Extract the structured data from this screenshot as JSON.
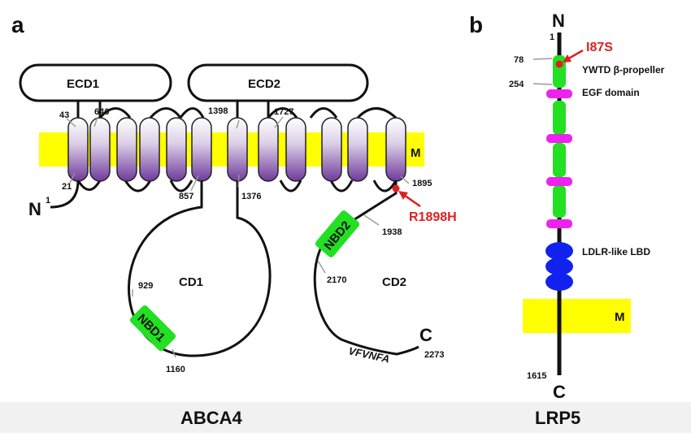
{
  "panel_a": {
    "letter": "a",
    "title": "ABCA4",
    "n_term": "N",
    "n_num": "1",
    "c_term": "C",
    "membrane": "M",
    "ecd1": "ECD1",
    "ecd2": "ECD2",
    "cd1": "CD1",
    "cd2": "CD2",
    "nbd1": "NBD1",
    "nbd2": "NBD2",
    "motif": "VFVNFA",
    "mutation": "R1898H",
    "residues": {
      "r21": "21",
      "r43": "43",
      "r646": "646",
      "r857": "857",
      "r1376": "1376",
      "r1398": "1398",
      "r1727": "1727",
      "r1895": "1895",
      "r929": "929",
      "r1160": "1160",
      "r1938": "1938",
      "r2170": "2170",
      "r2273": "2273"
    }
  },
  "panel_b": {
    "letter": "b",
    "title": "LRP5",
    "n_term": "N",
    "c_term": "C",
    "membrane": "M",
    "mutation": "I87S",
    "ywtd": "YWTD β-propeller",
    "egf": "EGF domain",
    "ldlr": "LDLR-like LBD",
    "residues": {
      "r1": "1",
      "r78": "78",
      "r254": "254",
      "r1615": "1615"
    }
  },
  "colors": {
    "membrane": "#ffff00",
    "helix_top": "#ffffff",
    "helix_bottom": "#7a3fa3",
    "nbd": "#22e022",
    "ywtd": "#22e022",
    "egf": "#ee22ee",
    "ldlr": "#1122ee",
    "mutation": "#e02020"
  }
}
